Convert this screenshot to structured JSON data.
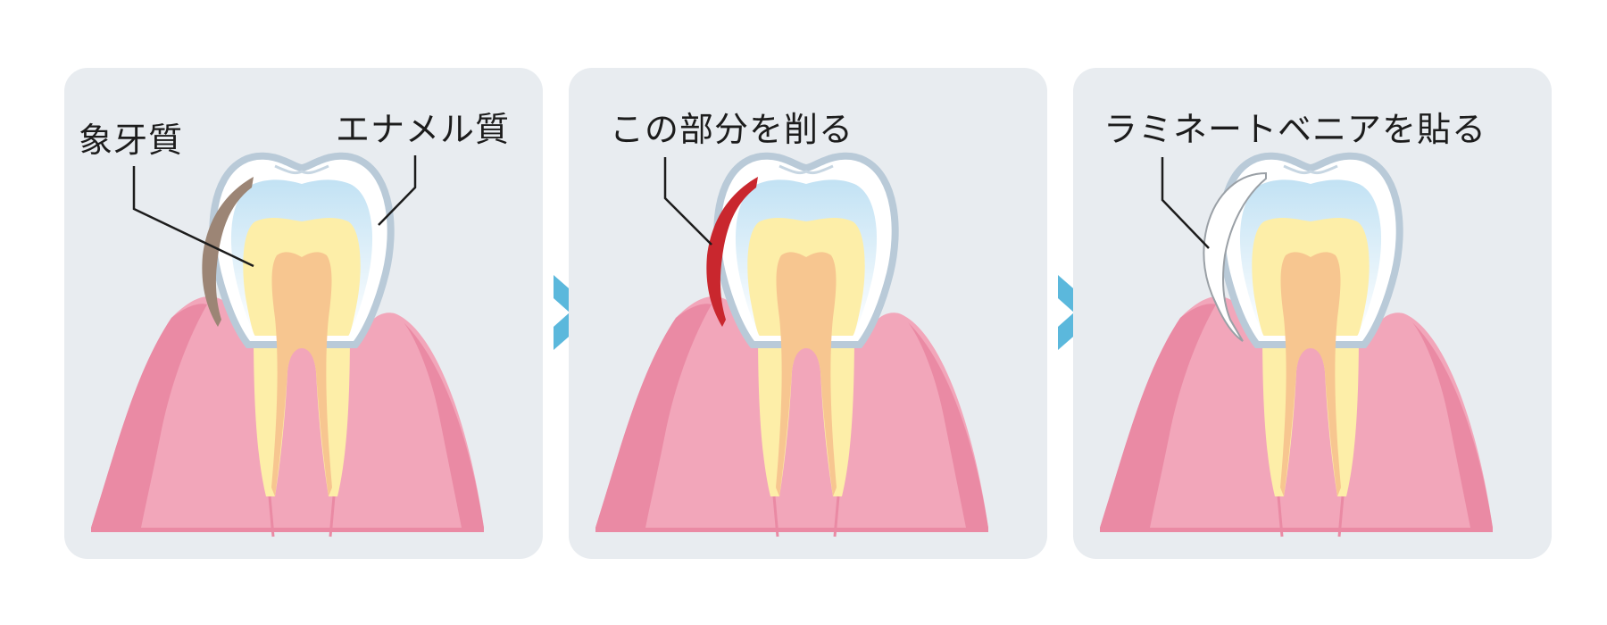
{
  "colors": {
    "panel_bg": "#e8ecf0",
    "gum": "#f2a6ba",
    "gum_edge": "#ea8aa4",
    "enamel_outline": "#b9cad8",
    "enamel_inner": "#c7e3f3",
    "dentin": "#fdeea8",
    "pulp": "#f7c690",
    "decay": "#9c8575",
    "cut_area": "#c9272e",
    "arrow": "#5bb8dc",
    "leader_line": "#1c1c1c"
  },
  "panels": [
    {
      "id": "before",
      "labels": {
        "dentin": "象牙質",
        "enamel": "エナメル質"
      },
      "highlight": "decay"
    },
    {
      "id": "cut",
      "labels": {
        "main": "この部分を削る"
      },
      "highlight": "cut_area"
    },
    {
      "id": "veneer",
      "labels": {
        "main": "ラミネートベニアを貼る"
      },
      "highlight": "veneer"
    }
  ],
  "arrows": [
    {
      "icon": "triangle-right-icon"
    },
    {
      "icon": "triangle-right-icon"
    }
  ]
}
